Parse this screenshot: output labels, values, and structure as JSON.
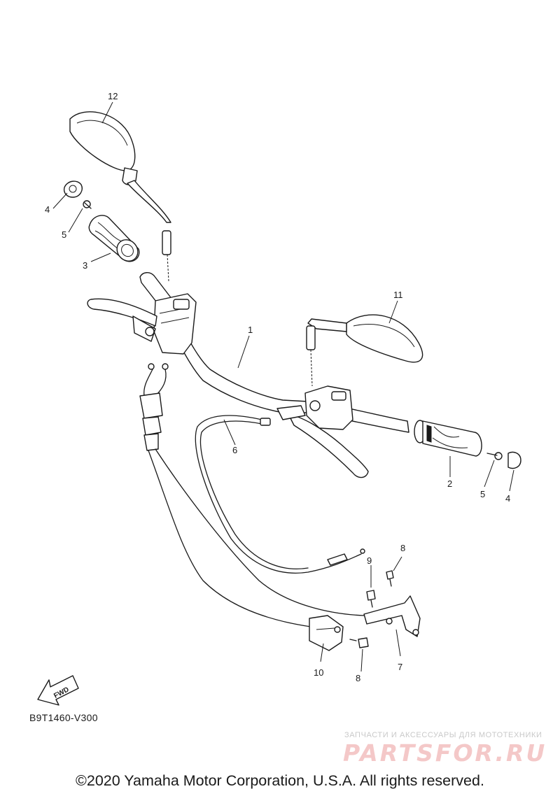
{
  "diagram": {
    "callouts": [
      {
        "id": "1",
        "label": "1"
      },
      {
        "id": "2",
        "label": "2"
      },
      {
        "id": "3",
        "label": "3"
      },
      {
        "id": "4a",
        "label": "4"
      },
      {
        "id": "4b",
        "label": "4"
      },
      {
        "id": "5a",
        "label": "5"
      },
      {
        "id": "5b",
        "label": "5"
      },
      {
        "id": "6",
        "label": "6"
      },
      {
        "id": "7",
        "label": "7"
      },
      {
        "id": "8a",
        "label": "8"
      },
      {
        "id": "8b",
        "label": "8"
      },
      {
        "id": "9",
        "label": "9"
      },
      {
        "id": "10",
        "label": "10"
      },
      {
        "id": "11",
        "label": "11"
      },
      {
        "id": "12",
        "label": "12"
      }
    ],
    "fwd_label": "FWD",
    "diagram_code": "B9T1460-V300"
  },
  "watermark": {
    "caption": "ЗАПЧАСТИ И АКСЕССУАРЫ ДЛЯ МОТОТЕХНИКИ",
    "logo_text": "PARTSFOR.RU"
  },
  "footer": {
    "copyright": "©2020 Yamaha Motor Corporation, U.S.A. All rights reserved."
  }
}
